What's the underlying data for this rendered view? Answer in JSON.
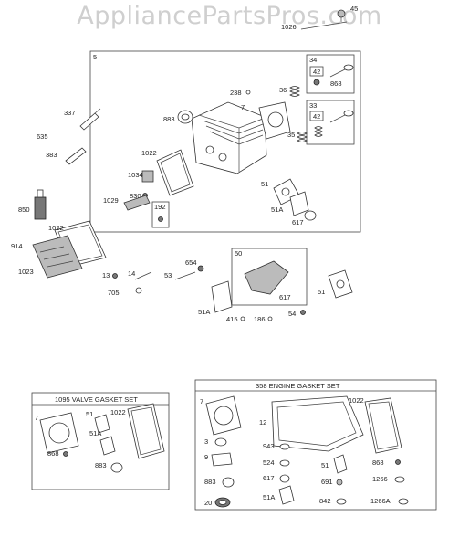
{
  "watermark": "AppliancePartsPros.com",
  "boxes": {
    "head_assembly": "5",
    "valve_kit_intake": "34",
    "valve_kit_exhaust": "33",
    "intake_elbow": "50",
    "breather": "192",
    "valve_gasket_set": "1095 VALVE GASKET SET",
    "engine_gasket_set": "358 ENGINE GASKET SET"
  },
  "callouts": {
    "c45": "45",
    "c1026": "1026",
    "c42a": "42",
    "c868a": "868",
    "c42b": "42",
    "c238": "238",
    "c36": "36",
    "c883a": "883",
    "c7a": "7",
    "c35": "35",
    "c337": "337",
    "c635": "635",
    "c383": "383",
    "c1022a": "1022",
    "c1034": "1034",
    "c830": "830",
    "c1029": "1029",
    "c51a": "51",
    "c51Aa": "51A",
    "c617a": "617",
    "c850": "850",
    "c1022b": "1022",
    "c914": "914",
    "c1023": "1023",
    "c13": "13",
    "c14": "14",
    "c53": "53",
    "c654": "654",
    "c705": "705",
    "c617b": "617",
    "c51b": "51",
    "c51Ab": "51A",
    "c415": "415",
    "c186": "186",
    "c54": "54",
    "v7": "7",
    "v51": "51",
    "v1022": "1022",
    "v51A": "51A",
    "v883": "883",
    "v868": "868",
    "e7": "7",
    "e1022": "1022",
    "e12": "12",
    "e3": "3",
    "e943": "943",
    "e9": "9",
    "e524": "524",
    "e51": "51",
    "e868": "868",
    "e883": "883",
    "e617": "617",
    "e691": "691",
    "e1266": "1266",
    "e20": "20",
    "e51A": "51A",
    "e842": "842",
    "e1266A": "1266A"
  }
}
